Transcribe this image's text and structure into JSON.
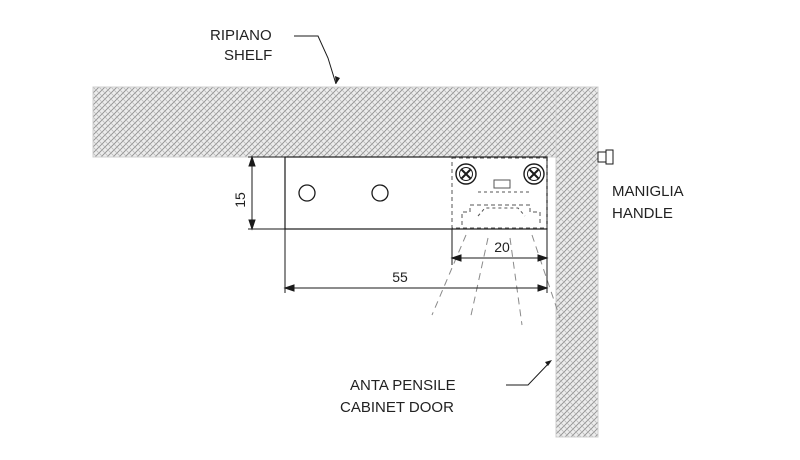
{
  "labels": {
    "shelf_it": "RIPIANO",
    "shelf_en": "SHELF",
    "handle_it": "MANIGLIA",
    "handle_en": "HANDLE",
    "door_it": "ANTA PENSILE",
    "door_en": "CABINET DOOR"
  },
  "dimensions": {
    "height": "15",
    "light_width": "20",
    "total_width": "55"
  },
  "colors": {
    "line": "#1a1a1a",
    "hatch": "#9a9a9a",
    "fill": "#e6e6e6"
  }
}
